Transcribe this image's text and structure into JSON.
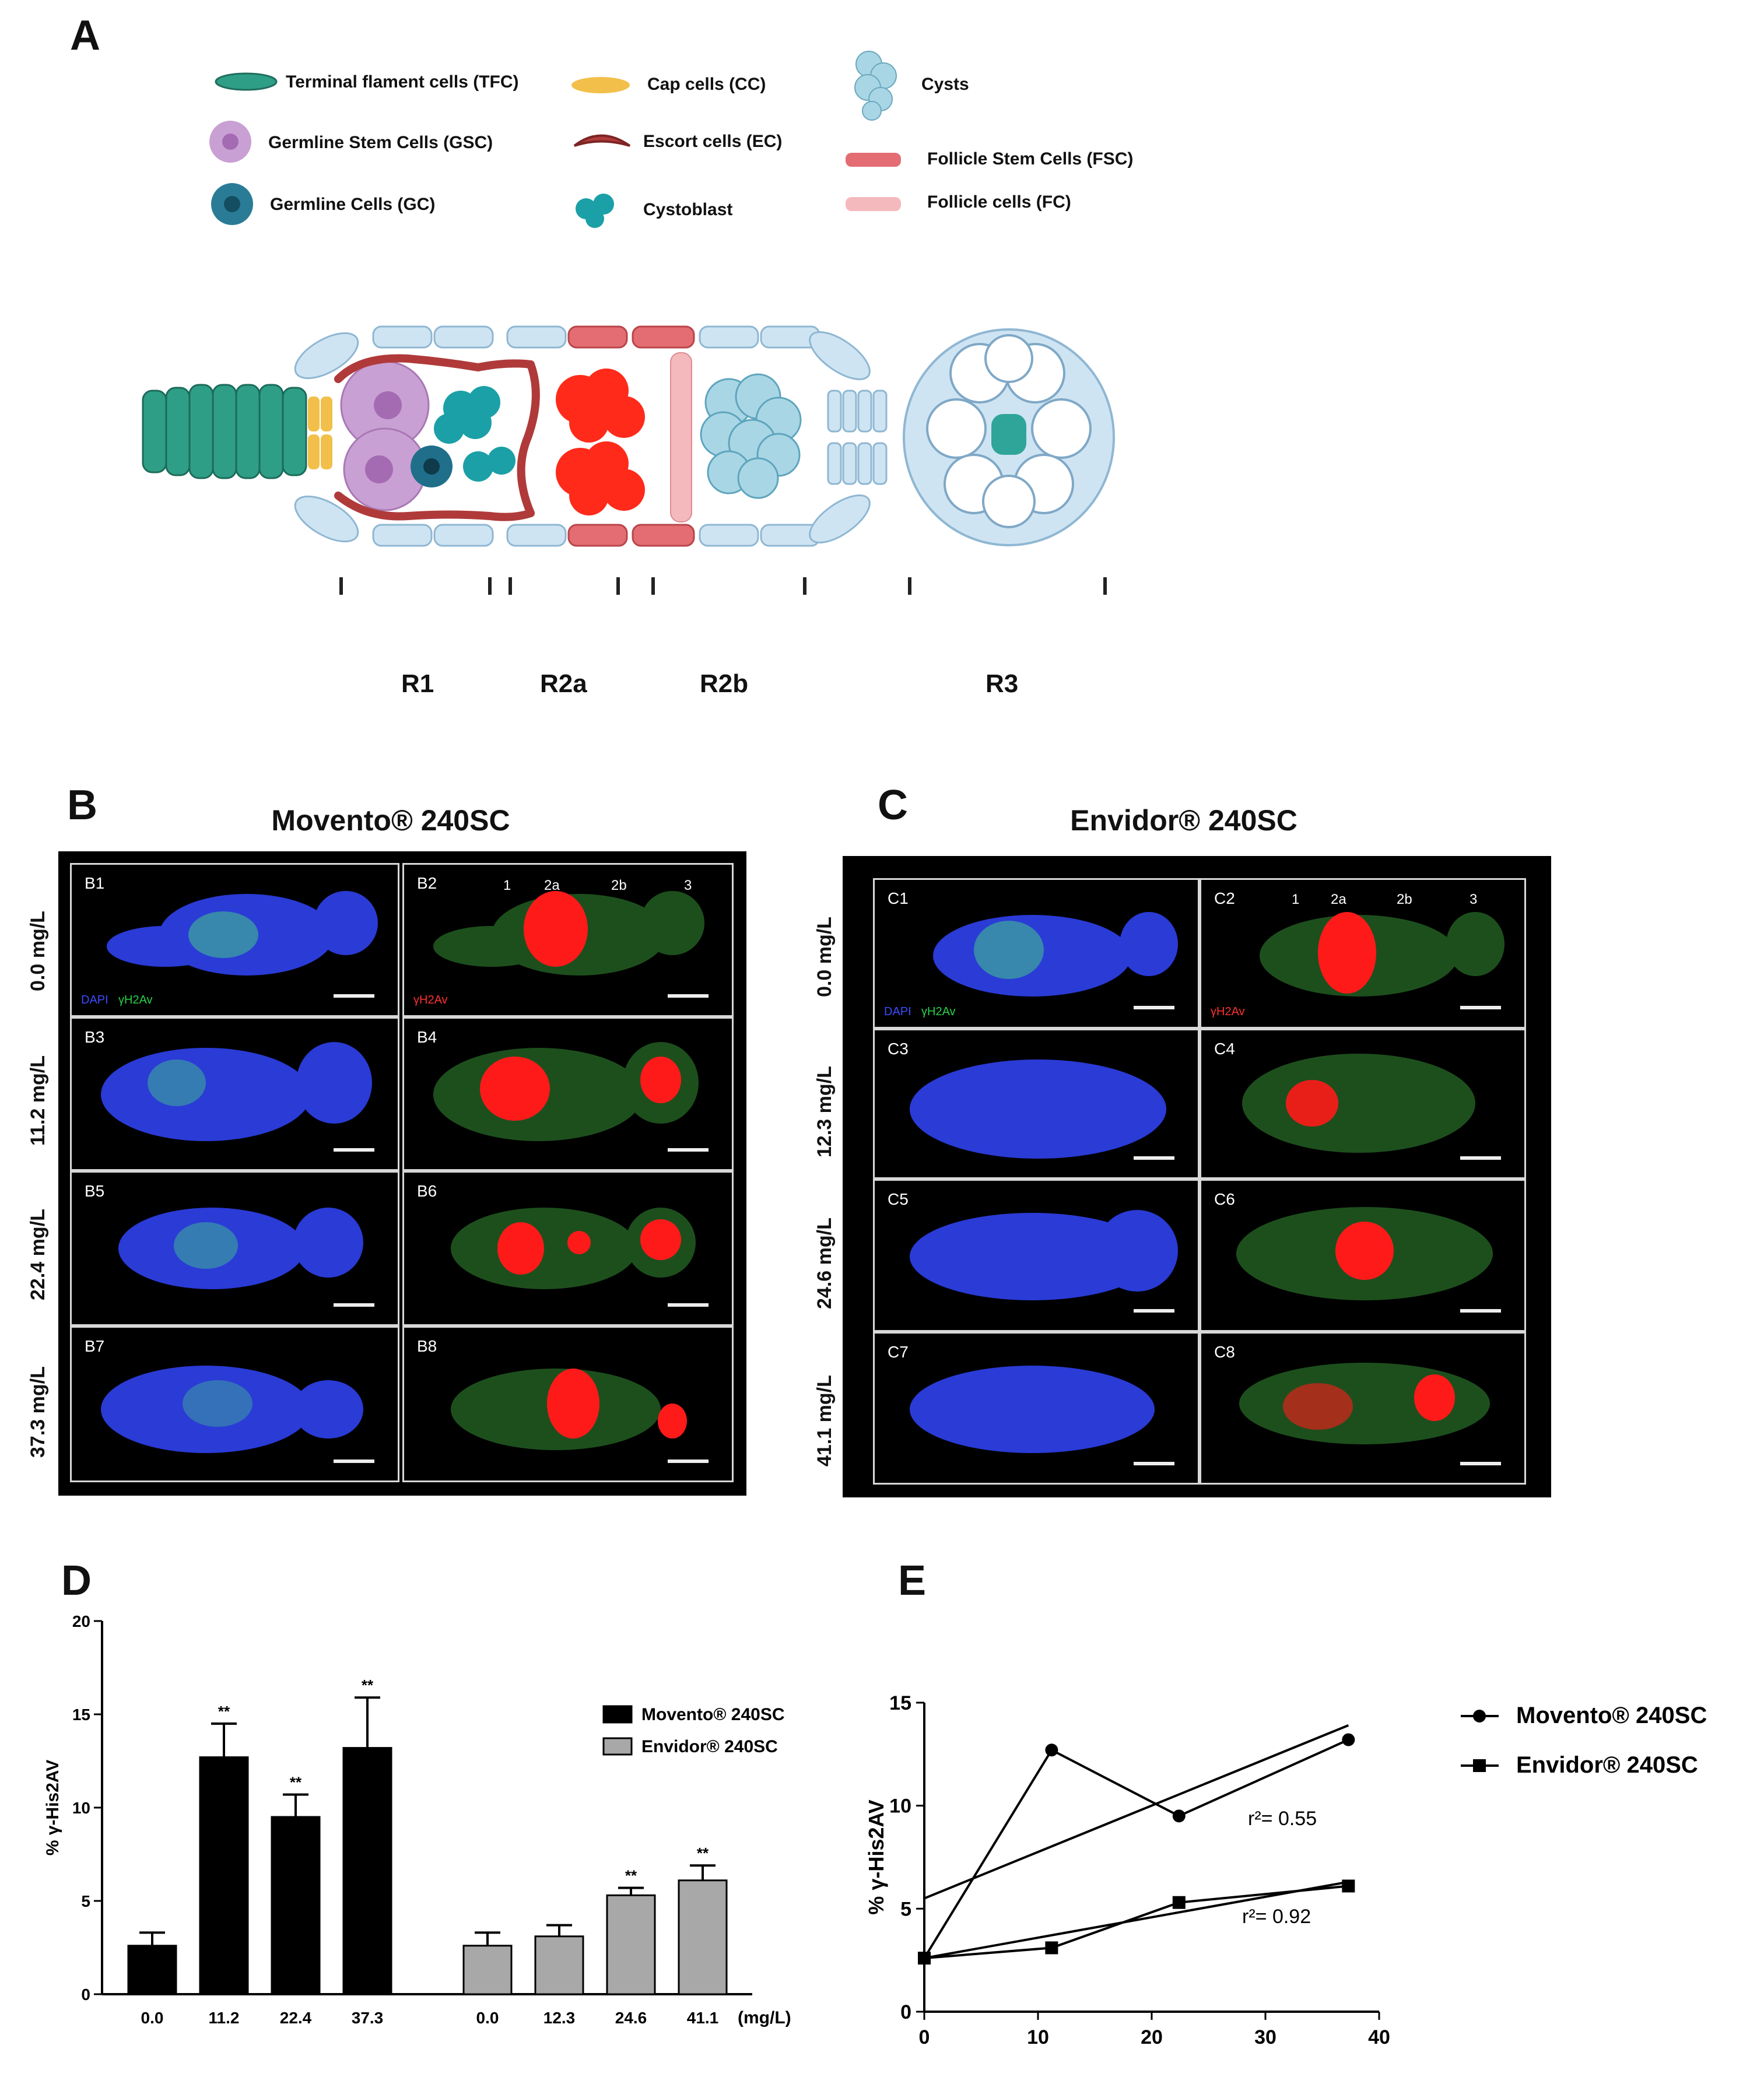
{
  "panelA": {
    "letter": "A",
    "legend": {
      "tfc": "Terminal flament cells (TFC)",
      "gsc": "Germline Stem Cells (GSC)",
      "gc": "Germline Cells (GC)",
      "cc": "Cap cells (CC)",
      "ec": "Escort cells (EC)",
      "cb": "Cystoblast",
      "cysts": "Cysts",
      "fsc": "Follicle Stem Cells    (FSC)",
      "fc": "Follicle cells (FC)"
    },
    "regions": [
      "R1",
      "R2a",
      "R2b",
      "R3"
    ],
    "colors": {
      "tfc": "#2f9e86",
      "gsc": "#b27fbf",
      "gc": "#1f6f8b",
      "cc": "#f2c04a",
      "ec": "#b03a3a",
      "cb": "#1aa0a6",
      "cysts": "#a9d6e5",
      "fsc": "#e36d73",
      "fc": "#f4b9bd",
      "red": "#ff2a1a"
    }
  },
  "panelB": {
    "letter": "B",
    "title": "Movento® 240SC",
    "rows": [
      "0.0 mg/L",
      "11.2 mg/L",
      "22.4 mg/L",
      "37.3 mg/L"
    ],
    "left_ids": [
      "B1",
      "B3",
      "B5",
      "B7"
    ],
    "right_ids": [
      "B2",
      "B4",
      "B6",
      "B8"
    ],
    "region_marks": [
      "1",
      "2a",
      "2b",
      "3"
    ],
    "channel_dapi": "DAPI",
    "channel_gamma_green": "γH2Av",
    "channel_gamma_red": "γH2Av"
  },
  "panelC": {
    "letter": "C",
    "title": "Envidor® 240SC",
    "rows": [
      "0.0 mg/L",
      "12.3 mg/L",
      "24.6 mg/L",
      "41.1 mg/L"
    ],
    "left_ids": [
      "C1",
      "C3",
      "C5",
      "C7"
    ],
    "right_ids": [
      "C2",
      "C4",
      "C6",
      "C8"
    ],
    "region_marks": [
      "1",
      "2a",
      "2b",
      "3"
    ],
    "channel_dapi": "DAPI",
    "channel_gamma_green": "γH2Av",
    "channel_gamma_red": "γH2Av"
  },
  "chart_data": [
    {
      "panel": "D",
      "type": "bar",
      "ylabel": "% γ-His2AV",
      "xunit": "(mg/L)",
      "ylim": [
        0,
        20
      ],
      "yticks": [
        0,
        5,
        10,
        15,
        20
      ],
      "series": [
        {
          "name": "Movento® 240SC",
          "color": "#000000",
          "categories": [
            "0.0",
            "11.2",
            "22.4",
            "37.3"
          ],
          "values": [
            2.6,
            12.7,
            9.5,
            13.2
          ],
          "errors": [
            0.7,
            1.8,
            1.2,
            2.7
          ],
          "significance": [
            "",
            "**",
            "**",
            "**"
          ]
        },
        {
          "name": "Envidor® 240SC",
          "color": "#a8a8a8",
          "categories": [
            "0.0",
            "12.3",
            "24.6",
            "41.1"
          ],
          "values": [
            2.6,
            3.1,
            5.3,
            6.1
          ],
          "errors": [
            0.7,
            0.6,
            0.4,
            0.8
          ],
          "significance": [
            "",
            "",
            "**",
            "**"
          ]
        }
      ]
    },
    {
      "panel": "E",
      "type": "line",
      "ylabel": "% γ-His2AV",
      "xlim": [
        0,
        40
      ],
      "ylim": [
        0,
        15
      ],
      "xticks": [
        0,
        10,
        20,
        30,
        40
      ],
      "yticks": [
        0,
        5,
        10,
        15
      ],
      "series": [
        {
          "name": "Movento® 240SC",
          "marker": "circle",
          "x": [
            0,
            11.2,
            22.4,
            37.3
          ],
          "y": [
            2.6,
            12.7,
            9.5,
            13.2
          ],
          "fit": {
            "x": [
              0,
              37.3
            ],
            "y": [
              5.5,
              13.9
            ]
          },
          "r2_label": "r²= 0.55"
        },
        {
          "name": "Envidor® 240SC",
          "marker": "square",
          "x": [
            0,
            11.2,
            22.4,
            37.3
          ],
          "y": [
            2.6,
            3.1,
            5.3,
            6.1
          ],
          "fit": {
            "x": [
              0,
              37.3
            ],
            "y": [
              2.6,
              6.3
            ]
          },
          "r2_label": "r²= 0.92"
        }
      ]
    }
  ]
}
